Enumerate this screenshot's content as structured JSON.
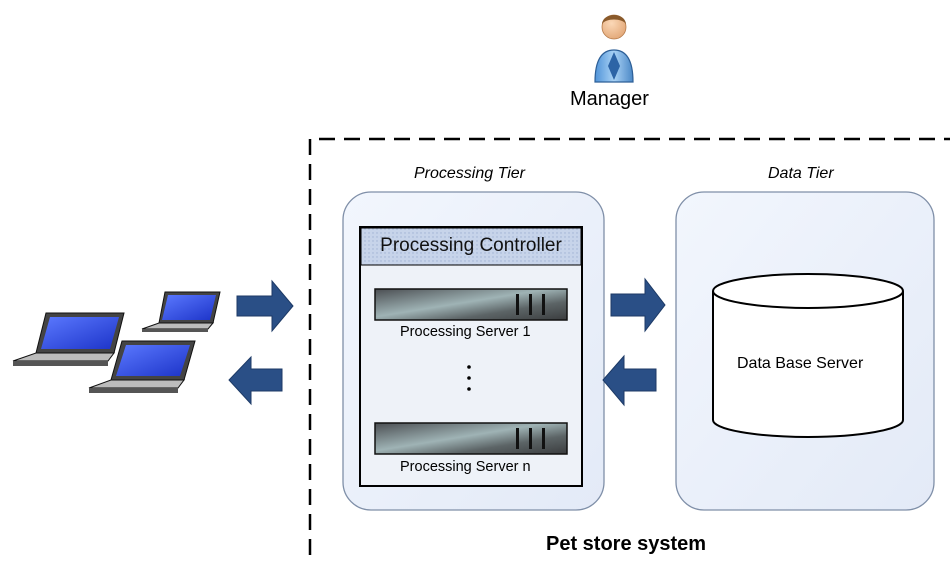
{
  "title": "Pet store system",
  "actor": {
    "label": "Manager"
  },
  "tiers": {
    "processing": {
      "label": "Processing Tier",
      "controller": "Processing Controller",
      "servers": [
        "Processing Server 1",
        "Processing Server n"
      ],
      "ellipsis": "⋮"
    },
    "data": {
      "label": "Data Tier",
      "database": "Data Base Server"
    }
  },
  "colors": {
    "arrow": "#2a4f86",
    "tier_fill": "#e8eef9",
    "tier_border": "#7f8fa8",
    "controller_header": "#c5d3ea",
    "screen": "#2f4fe0"
  }
}
